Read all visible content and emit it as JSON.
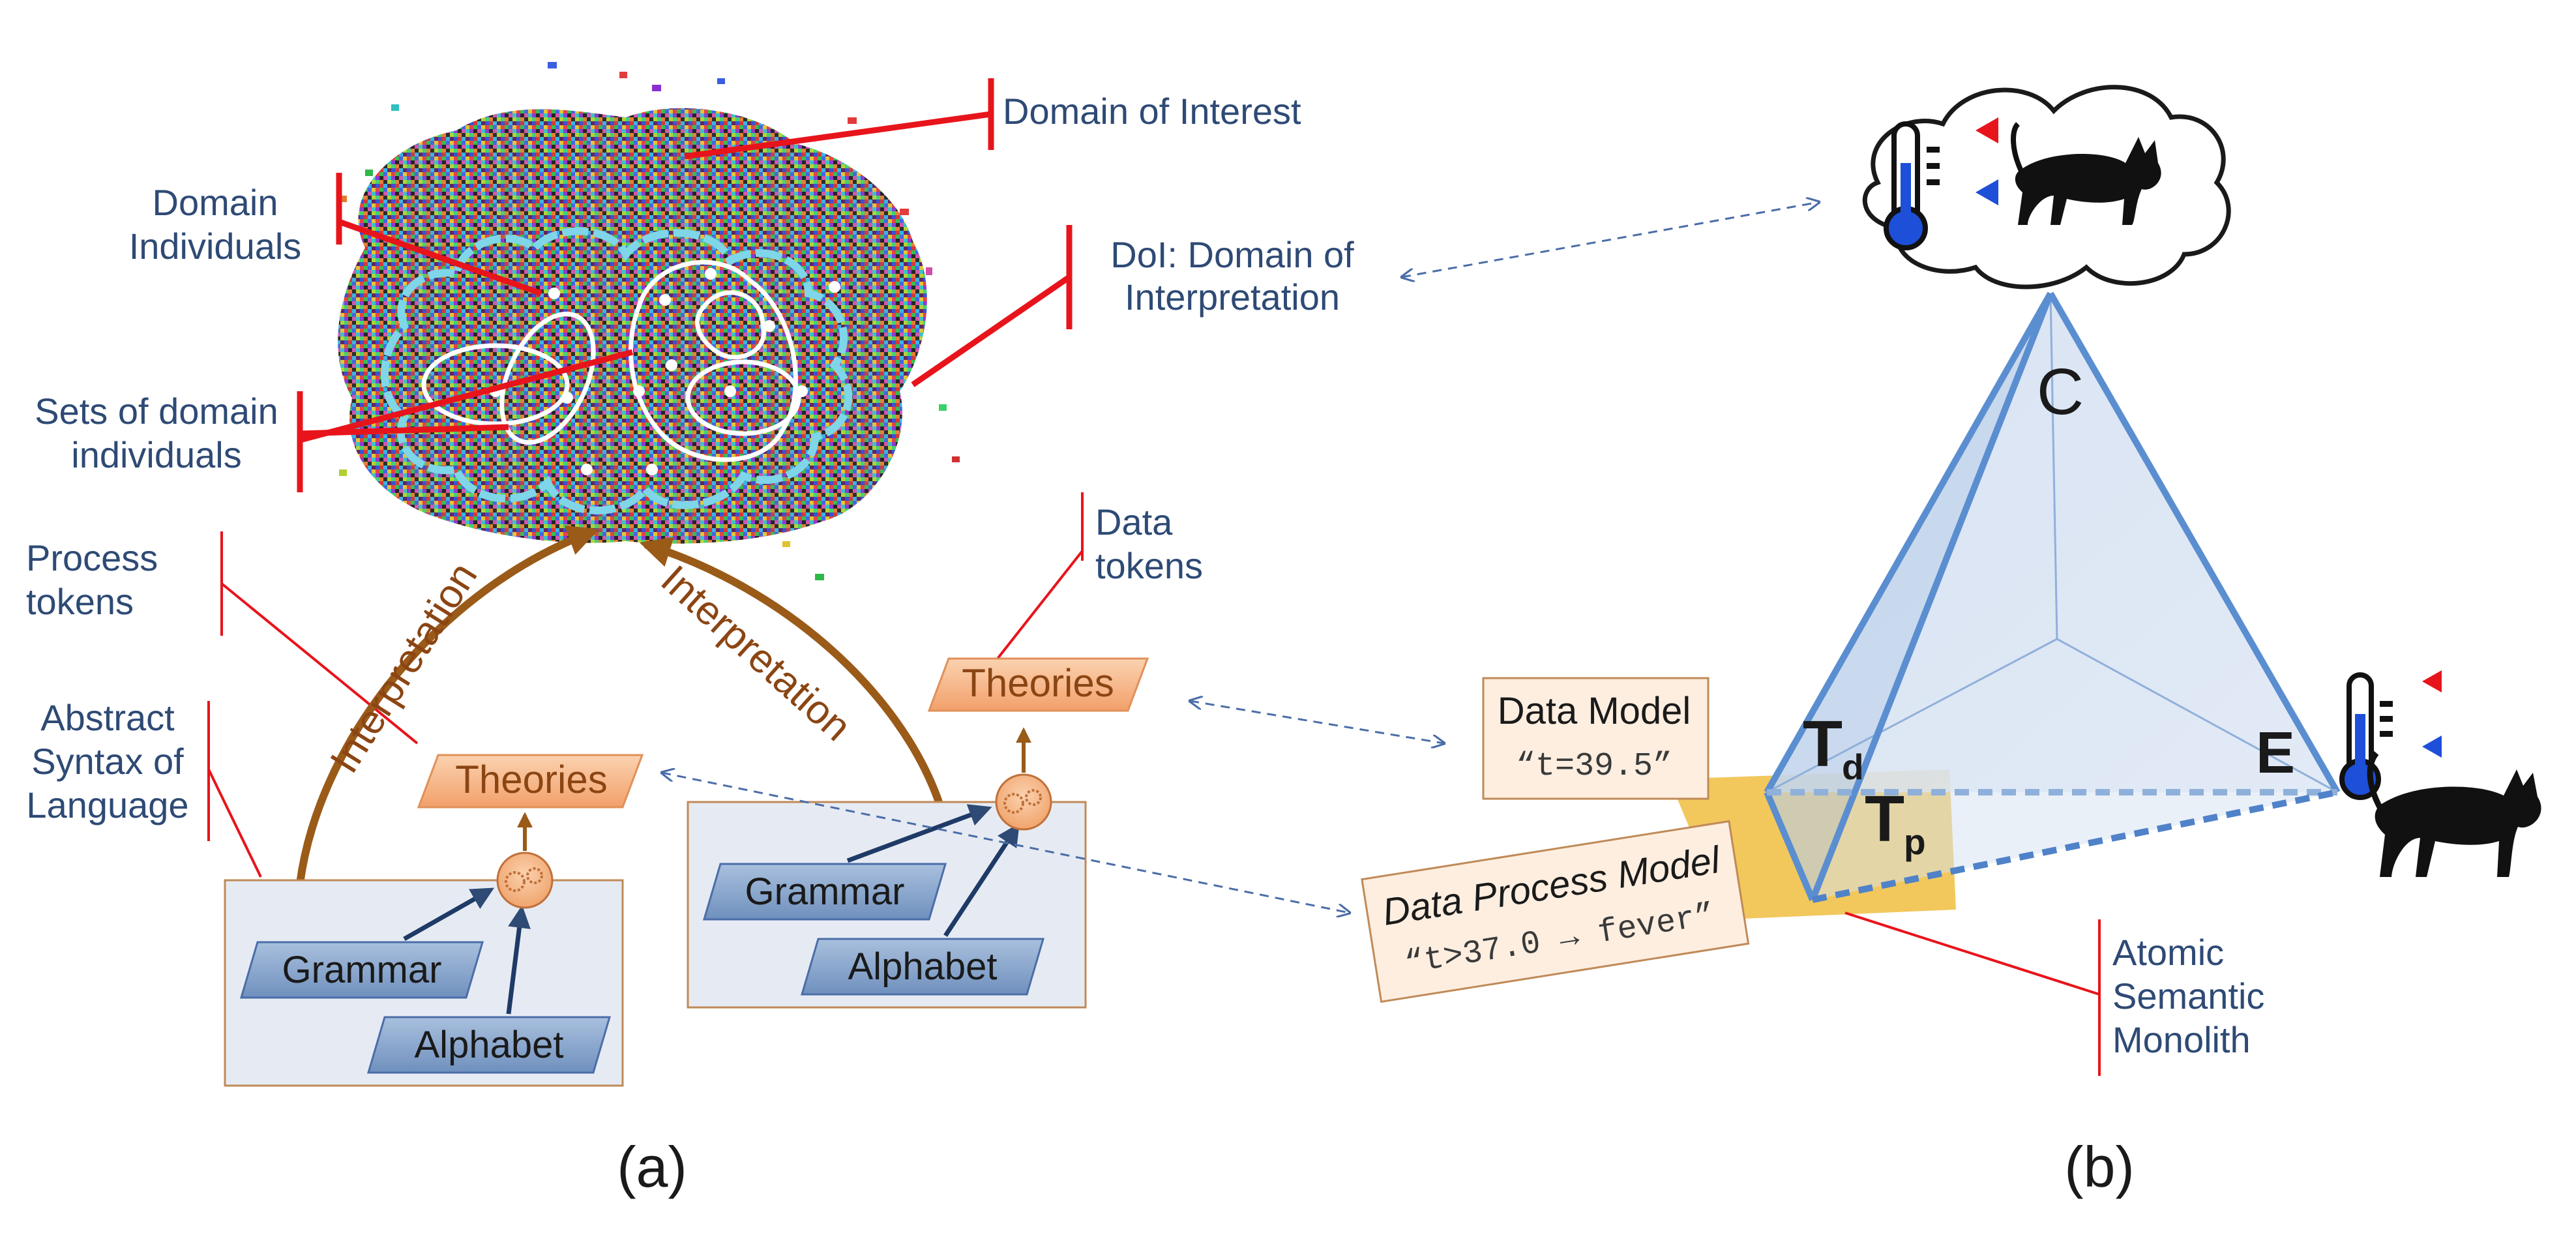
{
  "panel_a": {
    "caption": "(a)",
    "domain_of_interest": "Domain of Interest",
    "domain_individuals_1": "Domain",
    "domain_individuals_2": "Individuals",
    "doi_1": "DoI: Domain of",
    "doi_2": "Interpretation",
    "sets_1": "Sets of domain",
    "sets_2": "individuals",
    "process_tokens_1": "Process",
    "process_tokens_2": "tokens",
    "data_tokens_1": "Data",
    "data_tokens_2": "tokens",
    "abstract_1": "Abstract",
    "abstract_2": "Syntax of",
    "abstract_3": "Language",
    "interpretation_left": "Interpretation",
    "interpretation_right": "Interpretation",
    "theories_left": "Theories",
    "theories_right": "Theories",
    "grammar_left": "Grammar",
    "alphabet_left": "Alphabet",
    "grammar_right": "Grammar",
    "alphabet_right": "Alphabet"
  },
  "panel_b": {
    "caption": "(b)",
    "vertex_c": "C",
    "vertex_e": "E",
    "vertex_td": "T",
    "vertex_td_sub": "d",
    "vertex_tp": "T",
    "vertex_tp_sub": "p",
    "data_model_title": "Data Model",
    "data_model_value": "“t=39.5”",
    "process_model_title": "Data Process Model",
    "process_model_value": "“t>37.0 → fever”",
    "atomic_1": "Atomic",
    "atomic_2": "Semantic",
    "atomic_3": "Monolith"
  },
  "colors": {
    "label": "#2e4a75",
    "red_line": "#e8141b",
    "brown_arrow": "#9a5a18",
    "theories_fill": "#f7b98a",
    "box_fill": "#e6ebf3",
    "pyramid_edge": "#5a8ed0",
    "plane_fill": "#f1c24a"
  },
  "icons": [
    "thermometer-icon",
    "cat-icon",
    "gear-icon"
  ]
}
